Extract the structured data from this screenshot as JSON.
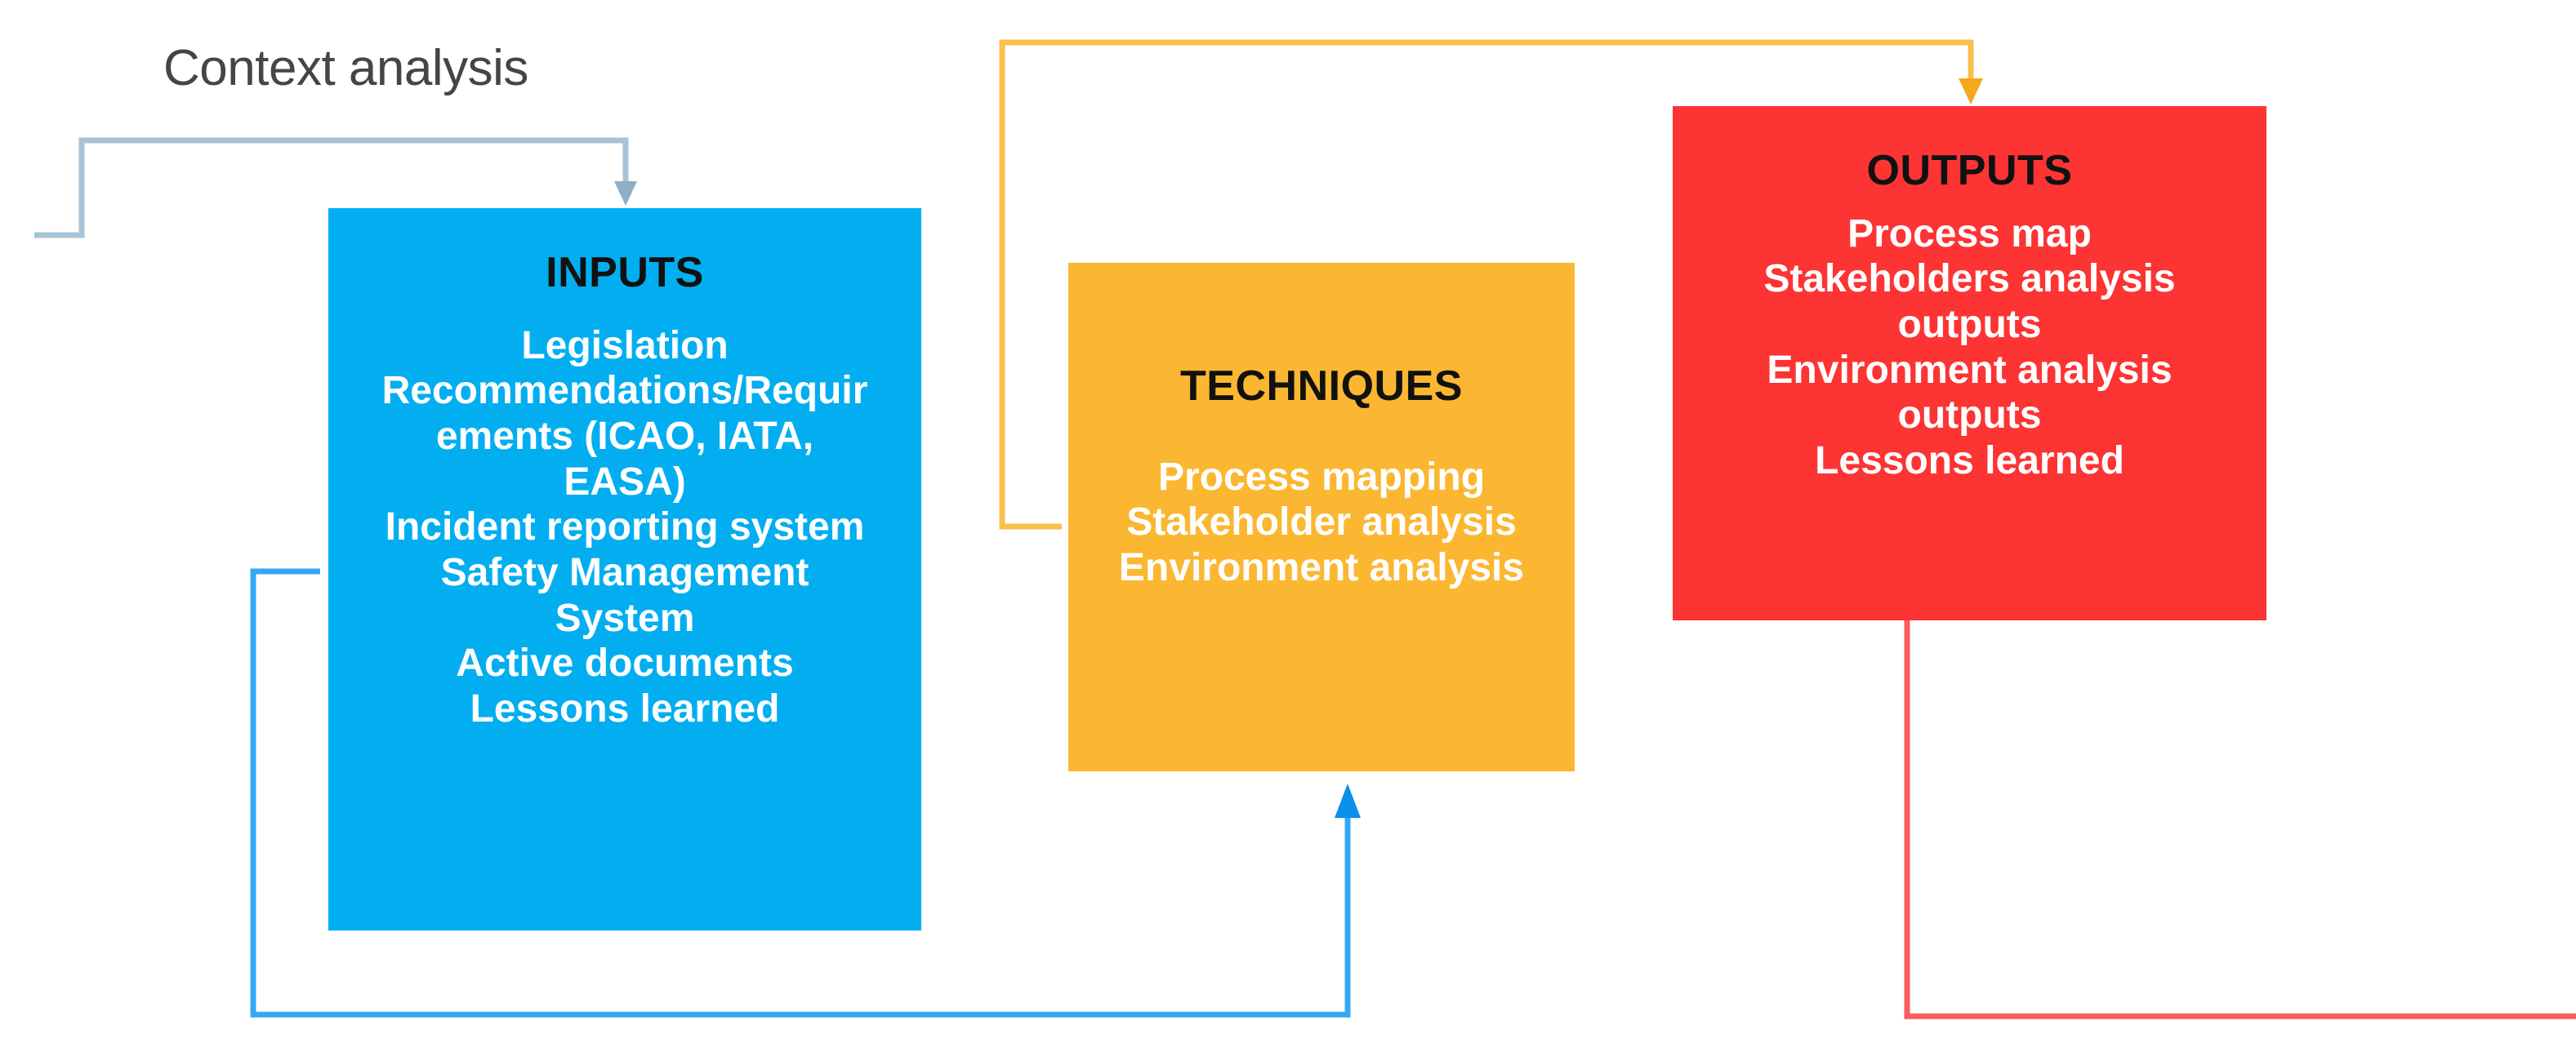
{
  "diagram": {
    "title_caption": "Context analysis",
    "background_color": "#FFFFFF",
    "caption_color": "#454545"
  },
  "boxes": {
    "inputs": {
      "title": "INPUTS",
      "color": "#03AEF0",
      "title_color": "#111111",
      "body_color": "#FFFFFF",
      "lines": [
        "Legislation",
        "Recommendations/Requir",
        "ements (ICAO, IATA,",
        "EASA)",
        "Incident reporting system",
        "Safety Management",
        "System",
        "Active documents",
        "Lessons learned"
      ]
    },
    "techniques": {
      "title": "TECHNIQUES",
      "color": "#FBB731",
      "title_color": "#111111",
      "body_color": "#FFFFFF",
      "lines": [
        "Process mapping",
        "Stakeholder analysis",
        "Environment analysis"
      ]
    },
    "outputs": {
      "title": "OUTPUTS",
      "color": "#FC3434",
      "title_color": "#111111",
      "body_color": "#FFFFFF",
      "lines": [
        "Process map",
        "Stakeholders analysis",
        "outputs",
        "Environment analysis",
        "outputs",
        "Lessons learned"
      ]
    }
  },
  "connectors": [
    {
      "name": "context-analysis-to-inputs",
      "color": "#A7C3D6",
      "from": "context-analysis",
      "to": "inputs",
      "arrow": "down"
    },
    {
      "name": "inputs-to-techniques",
      "color": "#35A8F5",
      "from": "inputs",
      "to": "techniques",
      "arrow": "up"
    },
    {
      "name": "techniques-to-outputs",
      "color": "#FBC04B",
      "from": "techniques",
      "to": "outputs",
      "arrow": "down"
    },
    {
      "name": "outputs-feedback",
      "color": "#FB5C5C",
      "from": "outputs",
      "to": "offscreen-right",
      "arrow": "none"
    }
  ]
}
